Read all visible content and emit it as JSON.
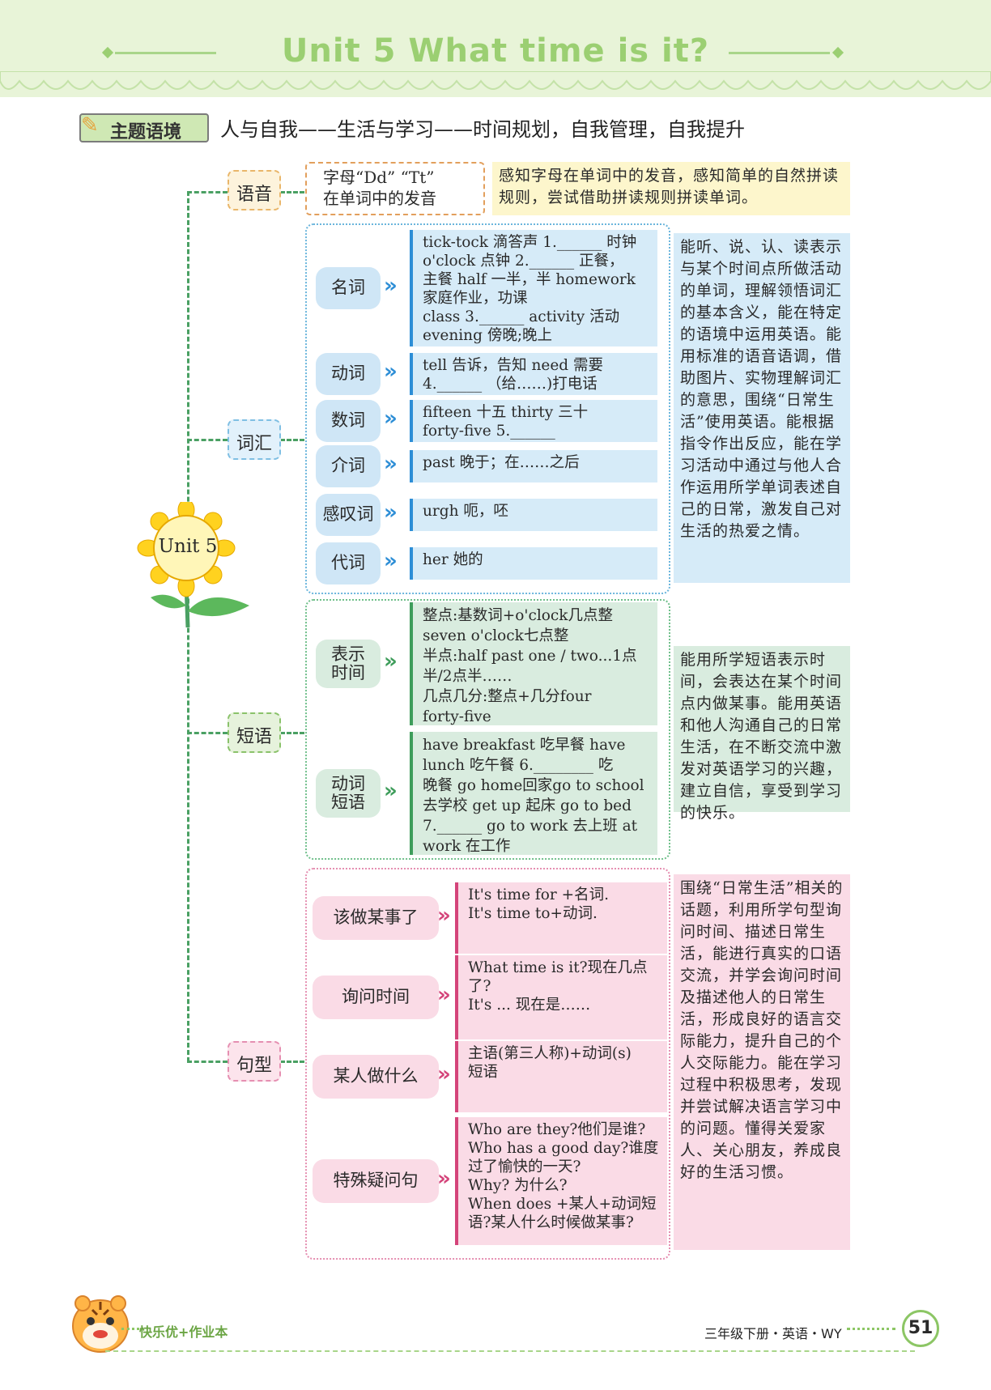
{
  "header": {
    "title": "Unit 5  What time is it?"
  },
  "theme": {
    "badge": "主题语境",
    "text": "人与自我——生活与学习——时间规划，自我管理，自我提升"
  },
  "center": {
    "label": "Unit 5"
  },
  "categories": {
    "phonics": "语音",
    "vocab": "词汇",
    "phrases": "短语",
    "sentences": "句型"
  },
  "phonics": {
    "content": "字母“Dd” “Tt”\n在单词中的发音",
    "desc": "感知字母在单词中的发音，感知简单的自然拼读规则，尝试借助拼读规则拼读单词。"
  },
  "vocab": {
    "rows": [
      {
        "label": "名词",
        "content": "tick-tock 滴答声 1.______ 时钟\no'clock 点钟  2.______ 正餐，\n主餐  half 一半，半  homework\n家庭作业，功课\nclass 3.______ activity 活动\nevening 傍晚;晚上"
      },
      {
        "label": "动词",
        "content": "tell 告诉，告知  need 需要\n4.______ （给……)打电话"
      },
      {
        "label": "数词",
        "content": "fifteen 十五  thirty 三十\nforty-five 5.______"
      },
      {
        "label": "介词",
        "content": "past  晚于；在……之后"
      },
      {
        "label": "感叹词",
        "content": "urgh 呃，呸"
      },
      {
        "label": "代词",
        "content": "her 她的"
      }
    ],
    "desc": "能听、说、认、读表示与某个时间点所做活动的单词，理解领悟词汇的基本含义，能在特定的语境中运用英语。能用标准的语音语调，借助图片、实物理解词汇的意思，围绕“日常生活”使用英语。能根据指令作出反应，能在学习活动中通过与他人合作运用所学单词表述自己的日常，激发自己对生活的热爱之情。"
  },
  "phrases": {
    "rows": [
      {
        "label": "表示\n时间",
        "content": "整点:基数词+o'clock几点整\nseven o'clock七点整\n半点:half past one / two...1点\n半/2点半……\n几点几分:整点+几分four\nforty-five"
      },
      {
        "label": "动词\n短语",
        "content": "have breakfast 吃早餐  have\nlunch 吃午餐  6.________ 吃\n晚餐  go home回家go to school\n去学校  get up 起床  go to bed\n7.______ go to work 去上班  at\nwork 在工作"
      }
    ],
    "desc": "能用所学短语表示时间，会表达在某个时间点内做某事。能用英语和他人沟通自己的日常生活，在不断交流中激发对英语学习的兴趣，建立自信，享受到学习的快乐。"
  },
  "sentences": {
    "rows": [
      {
        "label": "该做某事了",
        "content": "It's time for +名词.\nIt's time to+动词."
      },
      {
        "label": "询问时间",
        "content": "What time is it?现在几点\n了?\nIt's ... 现在是……"
      },
      {
        "label": "某人做什么",
        "content": "主语(第三人称)+动词(s)\n短语"
      },
      {
        "label": "特殊疑问句",
        "content": "Who are they?他们是谁?\nWho has a good day?谁度\n过了愉快的一天?\nWhy? 为什么?\nWhen does +某人+动词短\n语?某人什么时候做某事?"
      }
    ],
    "desc": "围绕“日常生活”相关的话题，利用所学句型询问时间、描述日常生活，能进行真实的口语交流，并学会询问时间及描述他人的日常生活，形成良好的语言交际能力，提升自己的个人交际能力。能在学习过程中积极思考，发现并尝试解决语言学习中的问题。懂得关爱家人、关心朋友，养成良好的生活习惯。"
  },
  "footer": {
    "brand": "快乐优+作业本",
    "book": "三年级下册・英语・WY",
    "page": "51"
  },
  "colors": {
    "green": "#9bcf72",
    "blue": "#d6ebf8",
    "mint": "#d9ecdf",
    "pink": "#fadbe6",
    "yellow": "#fdf6cc"
  }
}
